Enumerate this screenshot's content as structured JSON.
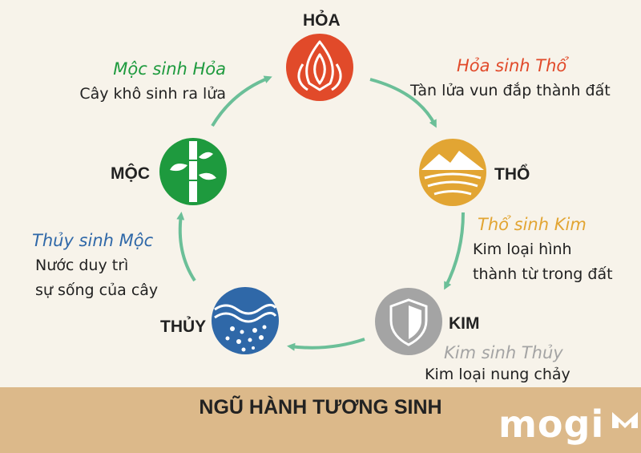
{
  "elements": {
    "hoa": {
      "label": "HỎA",
      "color": "#e14a2a"
    },
    "tho": {
      "label": "THỔ",
      "color": "#e2a533"
    },
    "kim": {
      "label": "KIM",
      "color": "#a4a4a4"
    },
    "thuy": {
      "label": "THỦY",
      "color": "#2f68a8"
    },
    "moc": {
      "label": "MỘC",
      "color": "#1e9a3e"
    }
  },
  "relations": {
    "moc_hoa": {
      "title": "Mộc sinh Hỏa",
      "desc": [
        "Cây khô sinh ra lửa"
      ],
      "color": "#1e9a3e"
    },
    "hoa_tho": {
      "title": "Hỏa sinh Thổ",
      "desc": [
        "Tàn lửa vun đắp thành đất"
      ],
      "color": "#e14a2a"
    },
    "tho_kim": {
      "title": "Thổ sinh Kim",
      "desc": [
        "Kim loại hình",
        "thành từ trong đất"
      ],
      "color": "#e2a533"
    },
    "kim_thuy": {
      "title": "Kim sinh Thủy",
      "desc": [
        "Kim loại nung chảy"
      ],
      "color": "#a4a4a4"
    },
    "thuy_moc": {
      "title": "Thủy sinh Mộc",
      "desc": [
        "Nước duy trì",
        "sự sống của cây"
      ],
      "color": "#2f68a8"
    }
  },
  "arrow_color": "#6bbf98",
  "footer": {
    "title": "NGŨ HÀNH TƯƠNG SINH",
    "bg": "#dcb98a"
  },
  "brand": "mogi"
}
